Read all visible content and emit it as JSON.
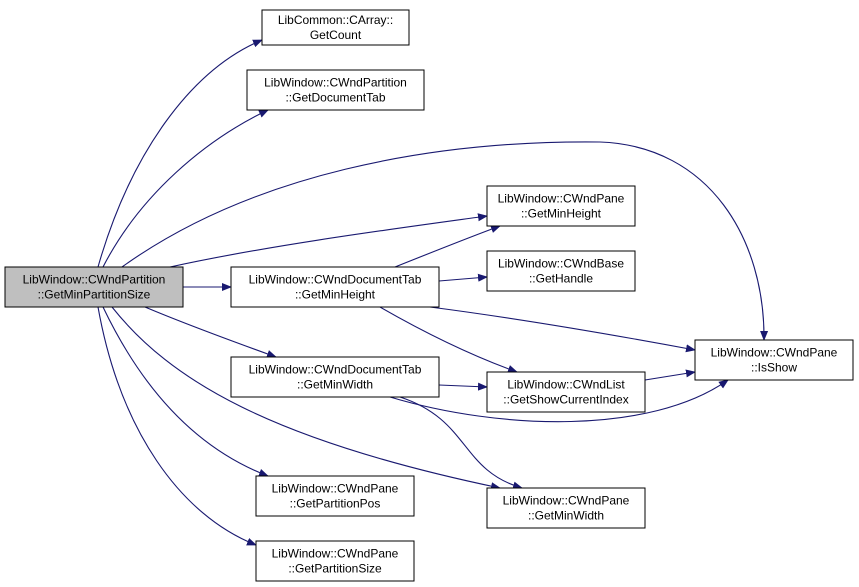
{
  "diagram": {
    "colors": {
      "edge": "#191970",
      "node_fill": "#ffffff",
      "root_fill": "#bfbfbf",
      "border": "#000000"
    },
    "nodes": [
      {
        "id": "root",
        "lines": [
          "LibWindow::CWndPartition",
          "::GetMinPartitionSize"
        ],
        "root": true
      },
      {
        "id": "carray_getcount",
        "lines": [
          "LibCommon::CArray::",
          "GetCount"
        ]
      },
      {
        "id": "part_getdoctab",
        "lines": [
          "LibWindow::CWndPartition",
          "::GetDocumentTab"
        ]
      },
      {
        "id": "pane_getminheight",
        "lines": [
          "LibWindow::CWndPane",
          "::GetMinHeight"
        ]
      },
      {
        "id": "doctab_getminheight",
        "lines": [
          "LibWindow::CWndDocumentTab",
          "::GetMinHeight"
        ]
      },
      {
        "id": "base_gethandle",
        "lines": [
          "LibWindow::CWndBase",
          "::GetHandle"
        ]
      },
      {
        "id": "pane_isshow",
        "lines": [
          "LibWindow::CWndPane",
          "::IsShow"
        ]
      },
      {
        "id": "doctab_getminwidth",
        "lines": [
          "LibWindow::CWndDocumentTab",
          "::GetMinWidth"
        ]
      },
      {
        "id": "list_getshowcurrentindex",
        "lines": [
          "LibWindow::CWndList",
          "::GetShowCurrentIndex"
        ]
      },
      {
        "id": "pane_getpartitionpos",
        "lines": [
          "LibWindow::CWndPane",
          "::GetPartitionPos"
        ]
      },
      {
        "id": "pane_getminwidth",
        "lines": [
          "LibWindow::CWndPane",
          "::GetMinWidth"
        ]
      },
      {
        "id": "pane_getpartitionsize",
        "lines": [
          "LibWindow::CWndPane",
          "::GetPartitionSize"
        ]
      }
    ],
    "edges": [
      {
        "from": "root",
        "to": "carray_getcount"
      },
      {
        "from": "root",
        "to": "part_getdoctab"
      },
      {
        "from": "root",
        "to": "pane_isshow"
      },
      {
        "from": "root",
        "to": "pane_getminheight"
      },
      {
        "from": "root",
        "to": "doctab_getminheight"
      },
      {
        "from": "root",
        "to": "doctab_getminwidth"
      },
      {
        "from": "root",
        "to": "pane_getminwidth"
      },
      {
        "from": "root",
        "to": "pane_getpartitionpos"
      },
      {
        "from": "root",
        "to": "pane_getpartitionsize"
      },
      {
        "from": "doctab_getminheight",
        "to": "pane_getminheight"
      },
      {
        "from": "doctab_getminheight",
        "to": "base_gethandle"
      },
      {
        "from": "doctab_getminheight",
        "to": "pane_isshow"
      },
      {
        "from": "doctab_getminheight",
        "to": "list_getshowcurrentindex"
      },
      {
        "from": "doctab_getminwidth",
        "to": "list_getshowcurrentindex"
      },
      {
        "from": "doctab_getminwidth",
        "to": "pane_isshow"
      },
      {
        "from": "doctab_getminwidth",
        "to": "pane_getminwidth"
      },
      {
        "from": "list_getshowcurrentindex",
        "to": "pane_isshow"
      }
    ]
  }
}
